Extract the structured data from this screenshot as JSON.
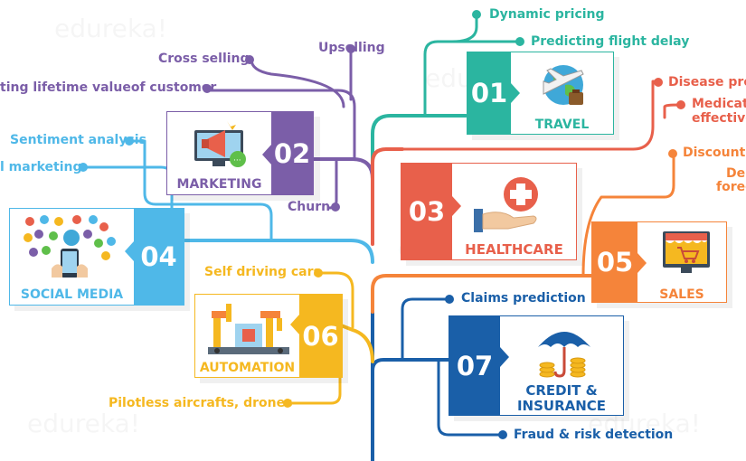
{
  "colors": {
    "travel": "#2bb5a0",
    "marketing": "#7b5ea8",
    "healthcare": "#e8604b",
    "social_media": "#4fb8e8",
    "sales": "#f5843a",
    "automation": "#f5b820",
    "credit": "#1a5fa8",
    "trunk": "#1a5fa8"
  },
  "watermark": "edureka!",
  "categories": [
    {
      "number": "01",
      "title": "TRAVEL",
      "icon": "globe-plane-icon",
      "items": [
        "Dynamic pricing",
        "Predicting flight delay"
      ]
    },
    {
      "number": "02",
      "title": "MARKETING",
      "icon": "megaphone-icon",
      "items": [
        "Cross selling",
        "Upselling",
        "ting lifetime valueof customer",
        "Churn"
      ]
    },
    {
      "number": "03",
      "title": "HEALTHCARE",
      "icon": "medical-cross-hand-icon",
      "items": [
        "Disease pred",
        "Medicat",
        "effective"
      ]
    },
    {
      "number": "04",
      "title": "SOCIAL MEDIA",
      "icon": "people-network-icon",
      "items": [
        "Sentiment analysis",
        "l marketing"
      ]
    },
    {
      "number": "05",
      "title": "SALES",
      "icon": "shopping-cart-icon",
      "items": [
        "Discount o",
        "De",
        "forec"
      ]
    },
    {
      "number": "06",
      "title": "AUTOMATION",
      "icon": "robot-arm-icon",
      "items": [
        "Self driving cars",
        "Pilotless aircrafts, drones"
      ]
    },
    {
      "number": "07",
      "title": "CREDIT &\nINSURANCE",
      "title_line1": "CREDIT &",
      "title_line2": "INSURANCE",
      "icon": "umbrella-coins-icon",
      "items": [
        "Claims prediction",
        "Fraud & risk detection"
      ]
    }
  ]
}
